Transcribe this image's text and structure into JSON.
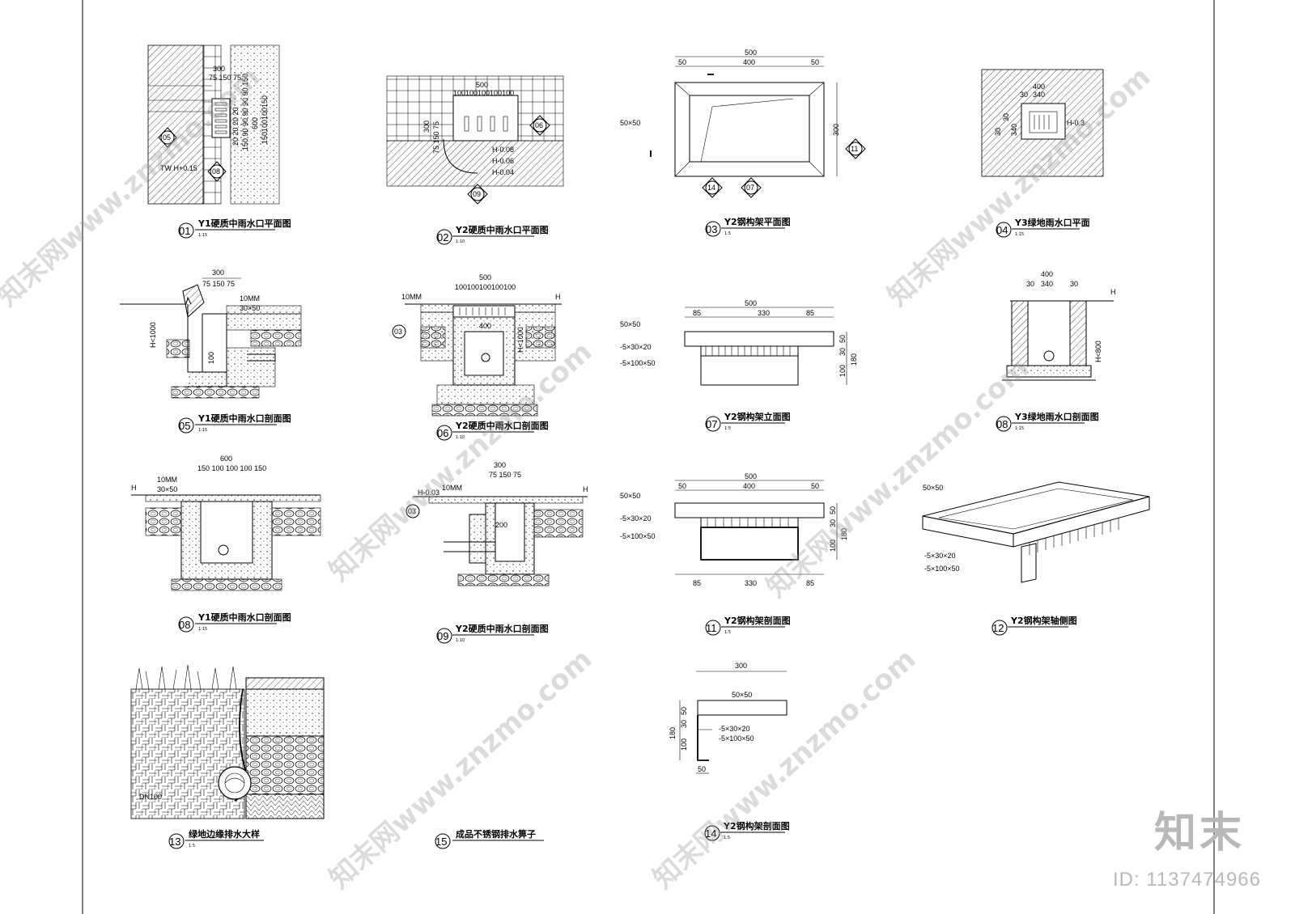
{
  "details": [
    {
      "no": "01",
      "title": "Y1硬质中雨水口平面图",
      "scale": "1:15"
    },
    {
      "no": "02",
      "title": "Y2硬质中雨水口平面图",
      "scale": "1:10"
    },
    {
      "no": "03",
      "title": "Y2钢构架平面图",
      "scale": "1:5"
    },
    {
      "no": "04",
      "title": "Y3绿地雨水口平面",
      "scale": "1:15"
    },
    {
      "no": "05",
      "title": "Y1硬质中雨水口剖面图",
      "scale": "1:15"
    },
    {
      "no": "06",
      "title": "Y2硬质中雨水口剖面图",
      "scale": "1:10"
    },
    {
      "no": "07",
      "title": "Y2钢构架立面图",
      "scale": "1:5"
    },
    {
      "no": "08",
      "title": "Y3绿地雨水口剖面图",
      "scale": "1:15"
    },
    {
      "no": "08",
      "title": "Y1硬质中雨水口剖面图",
      "scale": "1:15"
    },
    {
      "no": "09",
      "title": "Y2硬质中雨水口剖面图",
      "scale": "1:10"
    },
    {
      "no": "11",
      "title": "Y2钢构架剖面图",
      "scale": "1:5"
    },
    {
      "no": "12",
      "title": "Y2钢构架轴侧图",
      "scale": ""
    },
    {
      "no": "13",
      "title": "绿地边缘排水大样",
      "scale": "1:5"
    },
    {
      "no": "15",
      "title": "成品不锈钢排水箅子",
      "scale": ""
    },
    {
      "no": "14",
      "title": "Y2钢构架剖面图",
      "scale": "1:5"
    }
  ],
  "dimensions": {
    "d01_total": "300",
    "d01_split": "75 150 75",
    "d01_grate": "20 20 20 20",
    "d01_rows": "150 90 90 90 90 90 150",
    "d01_len": "600",
    "d01_inner": "150100100150",
    "d01_elev": "TW H+0.15",
    "d02_total": "500",
    "d02_split": "100100100100100",
    "d02_side": "300",
    "d02_side_split": "75 150 75",
    "d02_h1": "H-0.08",
    "d02_h2": "H-0.06",
    "d02_h3": "H-0.04",
    "d03_total": "500",
    "d03_a": "50",
    "d03_b": "400",
    "d03_c": "50",
    "d03_side": "300",
    "d03_label": "50×50",
    "d04_total": "400",
    "d04_inner": "340",
    "d04_a": "30",
    "d04_b": "30",
    "d04_c": "30",
    "d04_d": "340",
    "d04_h": "H-0.3",
    "d05_total": "300",
    "d05_split": "75 150 75",
    "d05_10mm": "10MM",
    "d05_3050": "30×50",
    "d05_h": "H<1000",
    "d05_100": "100",
    "d06_total": "500",
    "d06_split": "100100100100100",
    "d06_10mm": "10MM",
    "d06_400": "400",
    "d06_h": "H<1000",
    "d06_h_mark": "H",
    "d07_total": "500",
    "d07_a": "85",
    "d07_b": "330",
    "d07_c": "85",
    "d07_50x50": "50×50",
    "d07_m1": "-5×30×20",
    "d07_m2": "-5×100×50",
    "d07_v1": "50",
    "d07_v2": "30",
    "d07_v3": "180",
    "d07_v4": "100",
    "d08_total": "400",
    "d08_inner": "340",
    "d08_a": "30",
    "d08_b": "30",
    "d08_h": "H<800",
    "d08_hm": "H",
    "d08b_total": "600",
    "d08b_split": "150 100 100 100 150",
    "d08b_10mm": "10MM",
    "d08b_3050": "30×50",
    "d08b_h": "H",
    "d09_total": "300",
    "d09_split": "75 150 75",
    "d09_10mm": "10MM",
    "d09_h": "H-0.03",
    "d09_200": "200",
    "d09_hm": "H",
    "d11_total": "500",
    "d11_a": "50",
    "d11_b": "400",
    "d11_c": "50",
    "d11_50x50": "50×50",
    "d11_m1": "-5×30×20",
    "d11_m2": "-5×100×50",
    "d11_v1": "50",
    "d11_v2": "30",
    "d11_v3": "180",
    "d11_v4": "100",
    "d11_bot_a": "85",
    "d11_bot_b": "330",
    "d11_bot_c": "85",
    "d12_50x50": "50×50",
    "d12_m1": "-5×30×20",
    "d12_m2": "-5×100×50",
    "d13_pipe": "DN100",
    "d14_total": "300",
    "d14_50x50": "50×50",
    "d14_m1": "-5×30×20",
    "d14_m2": "-5×100×50",
    "d14_v1": "50",
    "d14_v2": "30",
    "d14_v3": "180",
    "d14_v4": "100",
    "d14_bot": "50"
  },
  "markers": {
    "m05": "05",
    "m08": "08",
    "m06": "06",
    "m09": "09",
    "m11": "11",
    "m14": "14",
    "m07": "07",
    "m03a": "03",
    "m03b": "03"
  },
  "watermarks": [
    "知末网www.znzmo.com"
  ],
  "brand": {
    "logo": "知末",
    "id": "ID: 1137474966"
  }
}
